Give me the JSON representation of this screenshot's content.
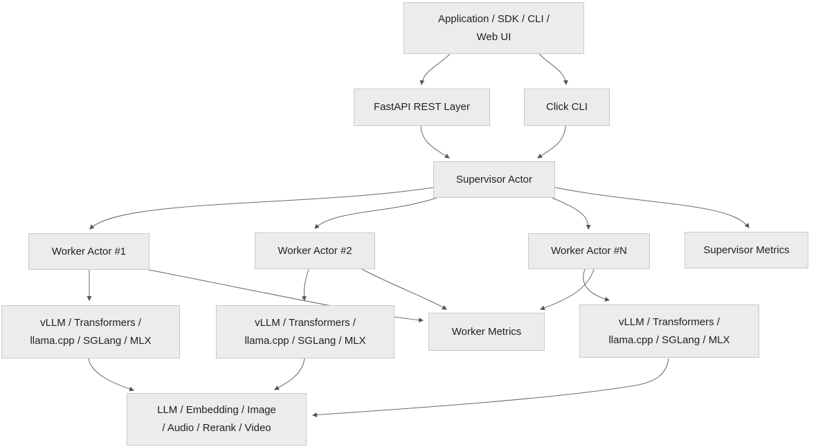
{
  "diagram": {
    "kind": "flowchart",
    "background_color": "#ffffff"
  },
  "colors": {
    "node_fill": "#ececec",
    "node_border": "#c9c9c9",
    "edge_line": "#666666",
    "arrowhead": "#555555",
    "text": "#1f1f1f"
  },
  "nodes": {
    "app": {
      "line1": "Application / SDK / CLI /",
      "line2": "Web UI"
    },
    "fastapi": {
      "line1": "FastAPI REST Layer"
    },
    "click_cli": {
      "line1": "Click CLI"
    },
    "supervisor": {
      "line1": "Supervisor Actor"
    },
    "worker1": {
      "line1": "Worker Actor #1"
    },
    "worker2": {
      "line1": "Worker Actor #2"
    },
    "workern": {
      "line1": "Worker Actor #N"
    },
    "supervisor_metrics": {
      "line1": "Supervisor Metrics"
    },
    "vllm1": {
      "line1": "vLLM / Transformers /",
      "line2": "llama.cpp / SGLang / MLX"
    },
    "vllm2": {
      "line1": "vLLM / Transformers /",
      "line2": "llama.cpp / SGLang / MLX"
    },
    "vllm3": {
      "line1": "vLLM / Transformers /",
      "line2": "llama.cpp / SGLang / MLX"
    },
    "worker_metrics": {
      "line1": "Worker Metrics"
    },
    "model_outputs": {
      "line1": "LLM / Embedding / Image",
      "line2": "/ Audio / Rerank / Video"
    }
  },
  "edges": [
    {
      "from": "app",
      "to": "fastapi"
    },
    {
      "from": "app",
      "to": "click_cli"
    },
    {
      "from": "fastapi",
      "to": "supervisor"
    },
    {
      "from": "click_cli",
      "to": "supervisor"
    },
    {
      "from": "supervisor",
      "to": "worker1"
    },
    {
      "from": "supervisor",
      "to": "worker2"
    },
    {
      "from": "supervisor",
      "to": "workern"
    },
    {
      "from": "supervisor",
      "to": "supervisor_metrics"
    },
    {
      "from": "worker1",
      "to": "vllm1"
    },
    {
      "from": "worker1",
      "to": "worker_metrics"
    },
    {
      "from": "worker2",
      "to": "vllm2"
    },
    {
      "from": "worker2",
      "to": "worker_metrics"
    },
    {
      "from": "workern",
      "to": "vllm3"
    },
    {
      "from": "workern",
      "to": "worker_metrics"
    },
    {
      "from": "vllm1",
      "to": "model_outputs"
    },
    {
      "from": "vllm2",
      "to": "model_outputs"
    },
    {
      "from": "vllm3",
      "to": "model_outputs"
    }
  ]
}
